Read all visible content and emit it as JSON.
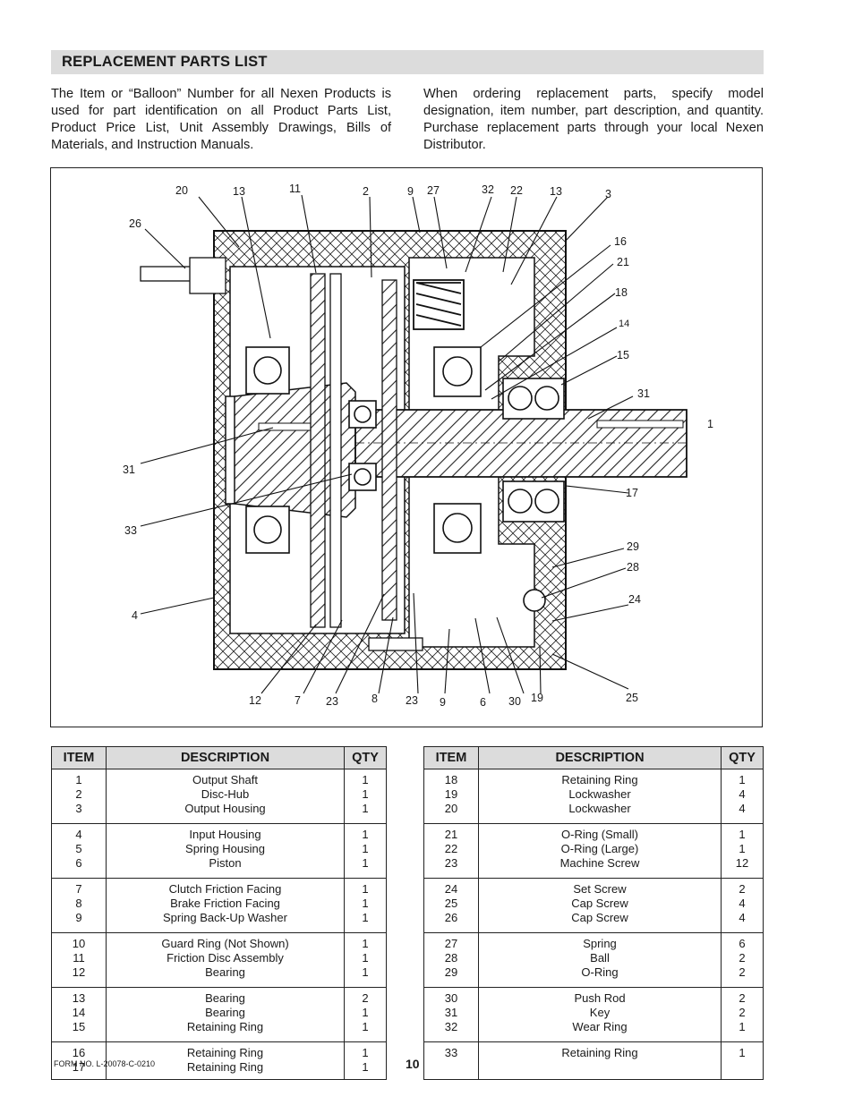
{
  "header": {
    "title": "REPLACEMENT PARTS LIST"
  },
  "intro": {
    "left": "The Item or “Balloon” Number for all Nexen Products is used for part identification on all Product Parts List, Product Price List, Unit Assembly Drawings, Bills of Materials, and Instruction Manuals.",
    "right": "When ordering replacement parts, specify model designation, item number, part description, and quantity. Purchase replacement parts through your local Nexen Distributor."
  },
  "drawing": {
    "callouts": [
      "20",
      "13",
      "11",
      "2",
      "9",
      "27",
      "32",
      "22",
      "13",
      "3",
      "26",
      "16",
      "21",
      "18",
      "14",
      "15",
      "31",
      "1",
      "31",
      "17",
      "33",
      "29",
      "28",
      "24",
      "4",
      "25",
      "12",
      "7",
      "23",
      "8",
      "23",
      "9",
      "6",
      "30",
      "19"
    ]
  },
  "table_headers": {
    "item": "ITEM",
    "description": "DESCRIPTION",
    "qty": "QTY"
  },
  "parts_left": [
    {
      "items": [
        "1",
        "2",
        "3"
      ],
      "descriptions": [
        "Output Shaft",
        "Disc-Hub",
        "Output Housing"
      ],
      "qtys": [
        "1",
        "1",
        "1"
      ]
    },
    {
      "items": [
        "4",
        "5",
        "6"
      ],
      "descriptions": [
        "Input Housing",
        "Spring Housing",
        "Piston"
      ],
      "qtys": [
        "1",
        "1",
        "1"
      ]
    },
    {
      "items": [
        "7",
        "8",
        "9"
      ],
      "descriptions": [
        "Clutch Friction Facing",
        "Brake Friction Facing",
        "Spring Back-Up Washer"
      ],
      "qtys": [
        "1",
        "1",
        "1"
      ]
    },
    {
      "items": [
        "10",
        "11",
        "12"
      ],
      "descriptions": [
        "Guard Ring (Not Shown)",
        "Friction Disc Assembly",
        "Bearing"
      ],
      "qtys": [
        "1",
        "1",
        "1"
      ]
    },
    {
      "items": [
        "13",
        "14",
        "15"
      ],
      "descriptions": [
        "Bearing",
        "Bearing",
        "Retaining Ring"
      ],
      "qtys": [
        "2",
        "1",
        "1"
      ]
    },
    {
      "items": [
        "16",
        "17"
      ],
      "descriptions": [
        "Retaining Ring",
        "Retaining Ring"
      ],
      "qtys": [
        "1",
        "1"
      ]
    }
  ],
  "parts_right": [
    {
      "items": [
        "18",
        "19",
        "20"
      ],
      "descriptions": [
        "Retaining Ring",
        "Lockwasher",
        "Lockwasher"
      ],
      "qtys": [
        "1",
        "4",
        "4"
      ]
    },
    {
      "items": [
        "21",
        "22",
        "23"
      ],
      "descriptions": [
        "O-Ring (Small)",
        "O-Ring (Large)",
        "Machine Screw"
      ],
      "qtys": [
        "1",
        "1",
        "12"
      ]
    },
    {
      "items": [
        "24",
        "25",
        "26"
      ],
      "descriptions": [
        "Set Screw",
        "Cap Screw",
        "Cap Screw"
      ],
      "qtys": [
        "2",
        "4",
        "4"
      ]
    },
    {
      "items": [
        "27",
        "28",
        "29"
      ],
      "descriptions": [
        "Spring",
        "Ball",
        "O-Ring"
      ],
      "qtys": [
        "6",
        "2",
        "2"
      ]
    },
    {
      "items": [
        "30",
        "31",
        "32"
      ],
      "descriptions": [
        "Push Rod",
        "Key",
        "Wear Ring"
      ],
      "qtys": [
        "2",
        "2",
        "1"
      ]
    },
    {
      "items": [
        "33"
      ],
      "descriptions": [
        "Retaining Ring"
      ],
      "qtys": [
        "1"
      ]
    }
  ],
  "footer": {
    "form_no": "FORM NO. L-20078-C-0210",
    "page": "10"
  }
}
